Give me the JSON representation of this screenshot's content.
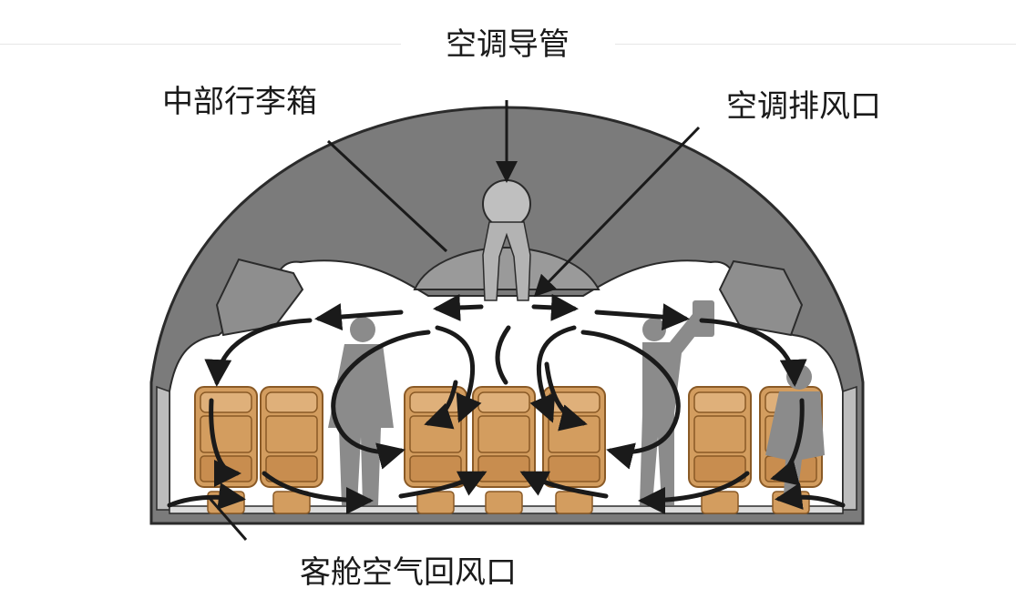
{
  "labels": {
    "ac_duct": "空调导管",
    "overhead_bin": "中部行李箱",
    "ac_vent": "空调排风口",
    "cabin_return": "客舱空气回风口"
  },
  "colors": {
    "fuselage": "#7b7b7b",
    "fuselage_outline": "#2b2b2b",
    "bins": "#8e8e8e",
    "seat": "#d39d5f",
    "seat_outline": "#8a5a26",
    "passenger": "#8b8b8b",
    "arrow": "#1a1a1a",
    "floor": "#dcdcdc"
  }
}
